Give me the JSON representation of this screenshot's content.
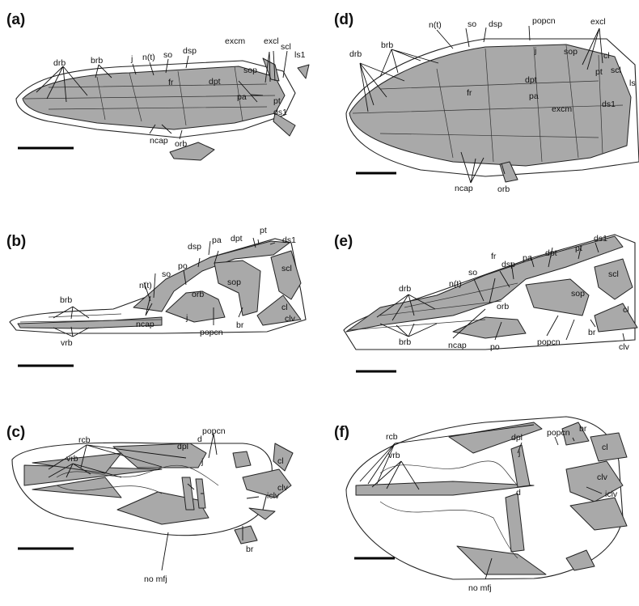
{
  "figure": {
    "panels": [
      {
        "id": "a",
        "letter": "(a)",
        "labels": [
          "drb",
          "brb",
          "j",
          "n(t)",
          "so",
          "dsp",
          "excm",
          "excl",
          "scl",
          "ls1",
          "sop",
          "fr",
          "dpt",
          "pa",
          "pt",
          "ds1",
          "ncap",
          "orb"
        ]
      },
      {
        "id": "b",
        "letter": "(b)",
        "labels": [
          "dpt",
          "pt",
          "ds1",
          "dsp",
          "pa",
          "po",
          "so",
          "n(t)",
          "sop",
          "scl",
          "orb",
          "brb",
          "cl",
          "clv",
          "j",
          "vrb",
          "ncap",
          "popcn",
          "br"
        ]
      },
      {
        "id": "c",
        "letter": "(c)",
        "labels": [
          "rcb",
          "vrb",
          "popcn",
          "dpl",
          "d",
          "j",
          "cl",
          "clv",
          "iclv",
          "no mfj",
          "br"
        ]
      },
      {
        "id": "d",
        "letter": "(d)",
        "labels": [
          "brb",
          "n(t)",
          "so",
          "dsp",
          "popcn",
          "excl",
          "drb",
          "j",
          "sop",
          "cl",
          "pt",
          "scl",
          "ls",
          "dpt",
          "fr",
          "pa",
          "excm",
          "ds1",
          "ncap",
          "orb"
        ]
      },
      {
        "id": "e",
        "letter": "(e)",
        "labels": [
          "ds1",
          "pt",
          "dpt",
          "dsp",
          "pa",
          "fr",
          "so",
          "drb",
          "n(t)",
          "scl",
          "sop",
          "orb",
          "cl",
          "brb",
          "ncap",
          "po",
          "popcn",
          "br",
          "clv"
        ]
      },
      {
        "id": "f",
        "letter": "(f)",
        "labels": [
          "dpl",
          "popcn",
          "br",
          "rcb",
          "vrb",
          "j",
          "cl",
          "d",
          "clv",
          "iclv",
          "no mfj"
        ]
      }
    ]
  }
}
